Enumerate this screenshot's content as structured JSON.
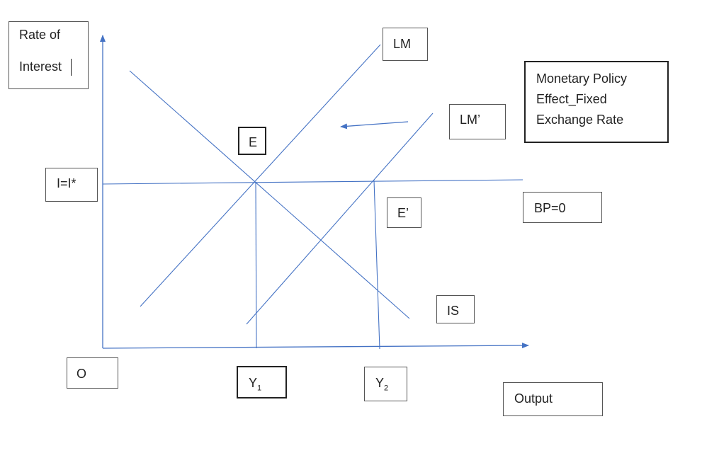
{
  "y_axis_label": {
    "line1": "Rate of",
    "line2": "Interest"
  },
  "x_axis_label": "Output",
  "origin_label": "O",
  "curves": {
    "lm": "LM",
    "lm_shifted": "LM’",
    "is": "IS",
    "bp": "BP=0"
  },
  "points": {
    "e": "E",
    "e_shifted": "E’"
  },
  "rate_label": "I=I*",
  "outputs": {
    "y1": {
      "base": "Y",
      "sub": "1"
    },
    "y2": {
      "base": "Y",
      "sub": "2"
    }
  },
  "title": {
    "line1": "Monetary Policy",
    "line2": "Effect_Fixed",
    "line3": "Exchange Rate"
  },
  "colors": {
    "line": "#4472C4",
    "border": "#555555"
  }
}
